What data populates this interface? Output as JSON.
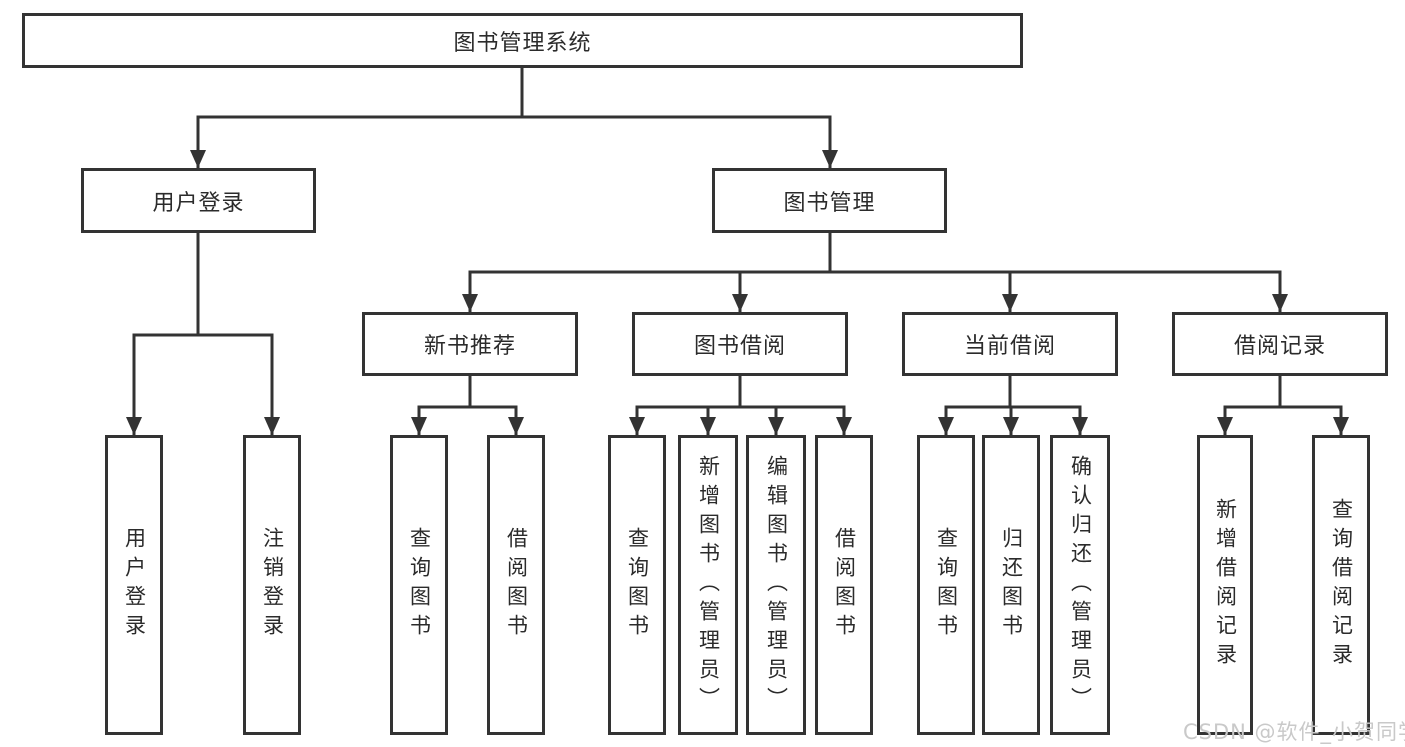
{
  "tree": {
    "label": "图书管理系统",
    "children": [
      {
        "label": "用户登录",
        "children": [
          {
            "label": "用户登录"
          },
          {
            "label": "注销登录"
          }
        ]
      },
      {
        "label": "图书管理",
        "children": [
          {
            "label": "新书推荐",
            "children": [
              {
                "label": "查询图书"
              },
              {
                "label": "借阅图书"
              }
            ]
          },
          {
            "label": "图书借阅",
            "children": [
              {
                "label": "查询图书"
              },
              {
                "label": "新增图书（管理员）"
              },
              {
                "label": "编辑图书（管理员）"
              },
              {
                "label": "借阅图书"
              }
            ]
          },
          {
            "label": "当前借阅",
            "children": [
              {
                "label": "查询图书"
              },
              {
                "label": "归还图书"
              },
              {
                "label": "确认归还（管理员）"
              }
            ]
          },
          {
            "label": "借阅记录",
            "children": [
              {
                "label": "新增借阅记录"
              },
              {
                "label": "查询借阅记录"
              }
            ]
          }
        ]
      }
    ]
  },
  "watermark": "CSDN @软件_小贺同学",
  "colors": {
    "line": "#333333",
    "box_border": "#333333",
    "box_background": "#ffffff",
    "text": "#2b2b2b",
    "watermark": "#c9c9c9"
  }
}
